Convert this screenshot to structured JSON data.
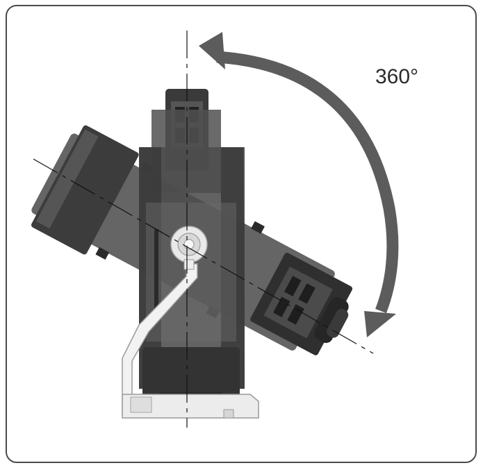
{
  "diagram": {
    "rotation_label": "360°",
    "colors": {
      "arrow": "#5c5c5c",
      "body_dark": "#3a3a3a",
      "body_mid": "#585858",
      "body_light": "#7a7a7a",
      "stand": "#e8e8e8",
      "axis_line": "#111111",
      "frame": "#4a4a4a"
    },
    "parts": [
      "vertical-luminaire",
      "tilted-luminaire",
      "pivot-hub",
      "stand-bracket",
      "rotation-arrow"
    ]
  }
}
